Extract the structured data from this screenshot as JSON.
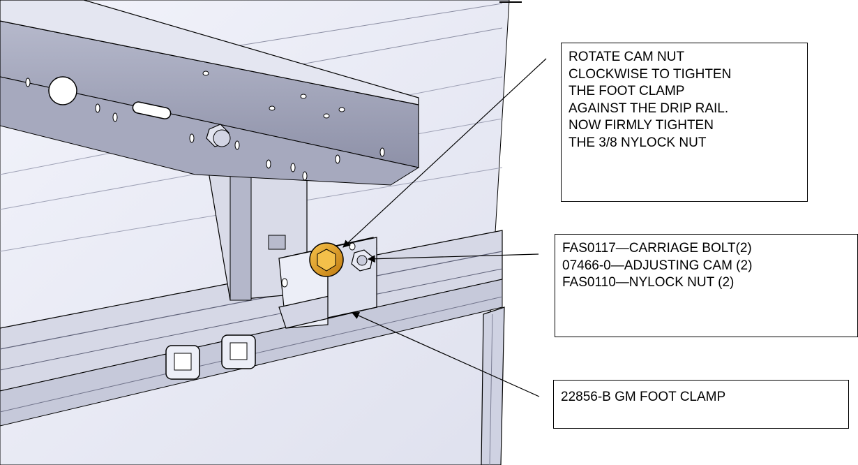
{
  "callouts": {
    "cam_instruction": {
      "lines": [
        "ROTATE CAM NUT",
        "CLOCKWISE TO TIGHTEN",
        "THE FOOT CLAMP",
        "AGAINST THE DRIP RAIL.",
        "NOW FIRMLY TIGHTEN",
        "THE 3/8 NYLOCK NUT"
      ]
    },
    "fasteners": {
      "lines": [
        "FAS0117—CARRIAGE BOLT(2)",
        "07466-0—ADJUSTING CAM (2)",
        "FAS0110—NYLOCK NUT (2)"
      ]
    },
    "foot_clamp": {
      "label": "22856-B GM FOOT CLAMP"
    }
  },
  "colors": {
    "metal_light": "#eef0f8",
    "metal_mid": "#c9ccdc",
    "metal_dark": "#7d8098",
    "cam_nut": "#e0a020",
    "outline": "#000000"
  }
}
